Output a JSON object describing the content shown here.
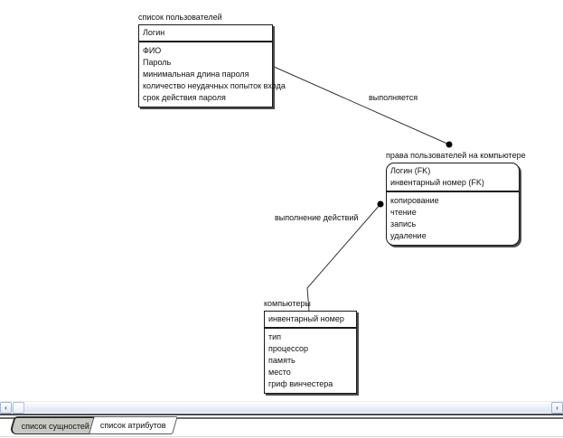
{
  "diagram": {
    "entities": [
      {
        "title": "список пользователей",
        "keys": [
          "Логин"
        ],
        "attributes": [
          "ФИО",
          "Пароль",
          "минимальная длина пароля",
          "количество неудачных попыток входа",
          "срок действия пароля"
        ]
      },
      {
        "title": "права пользователей на компьютере",
        "keys": [
          "Логин (FK)",
          "инвентарный номер (FK)"
        ],
        "attributes": [
          "копирование",
          "чтение",
          "запись",
          "удаление"
        ]
      },
      {
        "title": "компьютеры",
        "keys": [
          "инвентарный номер"
        ],
        "attributes": [
          "тип",
          "процессор",
          "память",
          "место",
          "гриф винчестера"
        ]
      }
    ],
    "relationships": [
      {
        "label": "выполняется"
      },
      {
        "label": "выполнение действий"
      }
    ],
    "line_color": "#333333",
    "dot_color": "#000000"
  },
  "scrollbar": {
    "left_arrow": "‹",
    "right_arrow": "›"
  },
  "tabs": [
    {
      "label": "список сущностей"
    },
    {
      "label": "список атрибутов"
    }
  ]
}
